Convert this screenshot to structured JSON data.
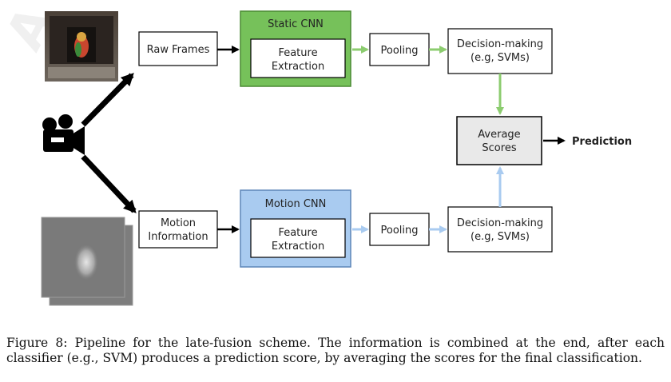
{
  "nodes": {
    "raw_frames": "Raw Frames",
    "static_cnn": "Static CNN",
    "feature_extraction_top": [
      "Feature",
      "Extraction"
    ],
    "pooling_top": "Pooling",
    "decision_top": [
      "Decision-making",
      "(e.g, SVMs)"
    ],
    "average_scores": [
      "Average",
      "Scores"
    ],
    "prediction": "Prediction",
    "motion_information": [
      "Motion",
      "Information"
    ],
    "motion_cnn": "Motion CNN",
    "feature_extraction_bottom": [
      "Feature",
      "Extraction"
    ],
    "pooling_bottom": "Pooling",
    "decision_bottom": [
      "Decision-making",
      "(e.g, SVMs)"
    ]
  },
  "colors": {
    "static_cnn_fill": "#76c15a",
    "static_cnn_border": "#4a8a33",
    "motion_cnn_fill": "#a9cbf0",
    "motion_cnn_border": "#5d86b8",
    "green_arrow": "#8ccc6f",
    "blue_arrow": "#a9cbf0",
    "average_fill": "#e9e9e9"
  },
  "icons": {
    "top_image": "parrot-photo",
    "camera": "video-camera-icon",
    "bottom_image": "motion-frames"
  },
  "caption": "Figure 8: Pipeline for the late-fusion scheme. The information is combined at the end, after each classifier (e.g., SVM) produces a prediction score, by averaging the scores for the final classification."
}
